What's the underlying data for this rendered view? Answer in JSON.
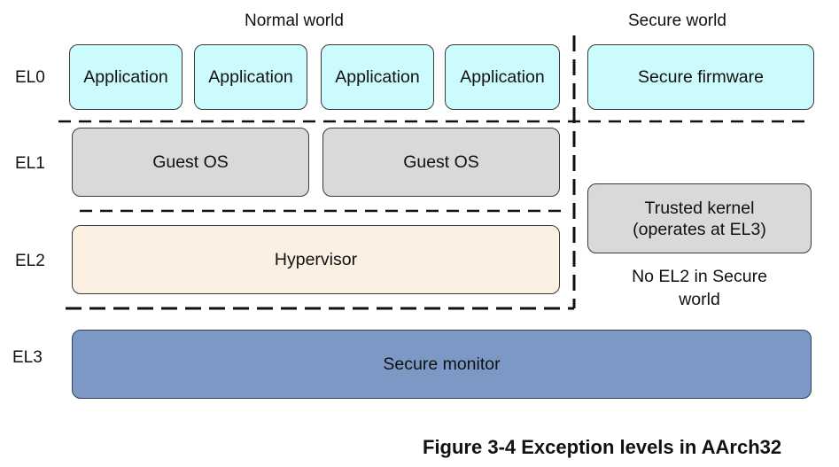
{
  "headers": {
    "normal_world": "Normal world",
    "secure_world": "Secure world"
  },
  "levels": [
    "EL0",
    "EL1",
    "EL2",
    "EL3"
  ],
  "normal": {
    "applications": [
      "Application",
      "Application",
      "Application",
      "Application"
    ],
    "guest_os": [
      "Guest OS",
      "Guest OS"
    ],
    "hypervisor": "Hypervisor"
  },
  "secure": {
    "firmware": "Secure firmware",
    "trusted_kernel": [
      "Trusted kernel",
      "(operates at EL3)"
    ],
    "note": [
      "No EL2 in Secure",
      "world"
    ]
  },
  "monitor": "Secure monitor",
  "caption": "Figure 3-4 Exception levels in AArch32",
  "colors": {
    "application": "#ccfbfd",
    "guest_os": "#d9d9d9",
    "hypervisor": "#fcf0e2",
    "secure_monitor": "#7b99c4",
    "trusted_kernel": "#d9d9d9"
  }
}
